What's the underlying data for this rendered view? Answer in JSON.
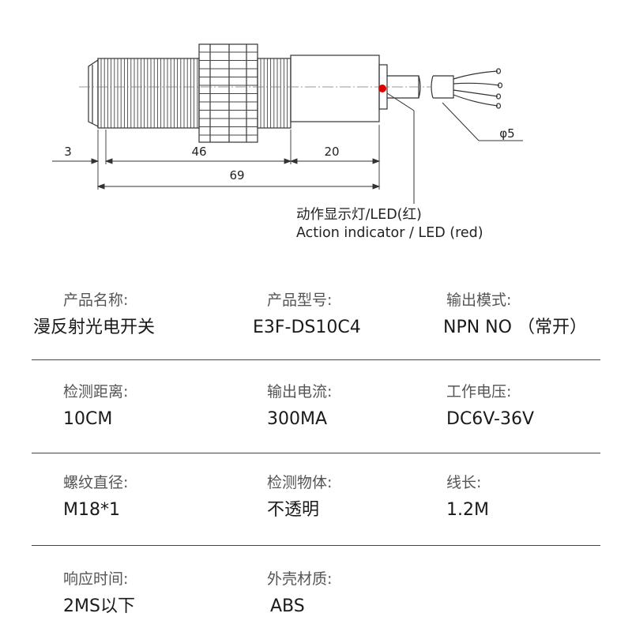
{
  "diagram": {
    "dimensions": {
      "d3": "3",
      "d46": "46",
      "d20": "20",
      "d69": "69",
      "cable": "φ5"
    },
    "led_caption_cn": "动作显示灯/LED(红)",
    "led_caption_en": "Action indicator / LED (red)",
    "led_color": "#e00000"
  },
  "specs": {
    "rows": [
      [
        {
          "label": "产品名称:",
          "value": "漫反射光电开关"
        },
        {
          "label": "产品型号:",
          "value": "E3F-DS10C4"
        },
        {
          "label": "输出模式:",
          "value": "NPN NO （常开）"
        }
      ],
      [
        {
          "label": "检测距离:",
          "value": "10CM"
        },
        {
          "label": "输出电流:",
          "value": "300MA"
        },
        {
          "label": "工作电压:",
          "value": "DC6V-36V"
        }
      ],
      [
        {
          "label": "螺纹直径:",
          "value": "M18*1"
        },
        {
          "label": "检测物体:",
          "value": "不透明"
        },
        {
          "label": "线长:",
          "value": "1.2M"
        }
      ],
      [
        {
          "label": "响应时间:",
          "value": "2MS以下"
        },
        {
          "label": "外壳材质:",
          "value": "ABS"
        }
      ]
    ]
  }
}
